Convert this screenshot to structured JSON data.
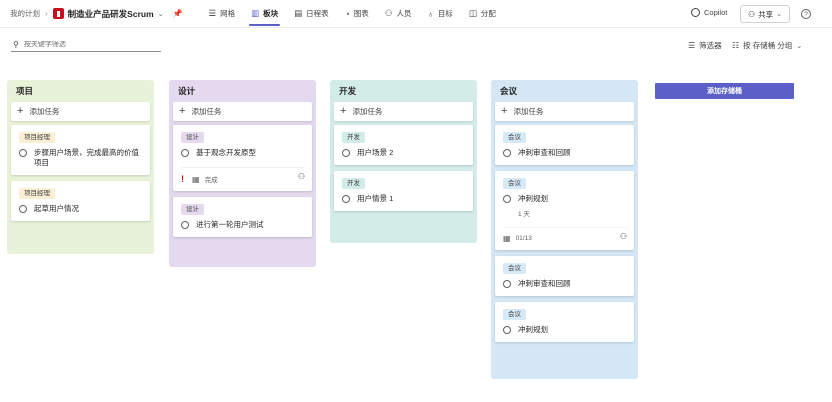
{
  "header": {
    "breadcrumb": "我的计划",
    "plan_title": "制造业产品研发Scrum",
    "tabs": [
      {
        "label": "网格",
        "icon": "grid-icon",
        "glyph": "☰"
      },
      {
        "label": "板块",
        "icon": "board-icon",
        "glyph": "▥"
      },
      {
        "label": "日程表",
        "icon": "timeline-icon",
        "glyph": "▤"
      },
      {
        "label": "图表",
        "icon": "charts-icon",
        "glyph": "◔"
      },
      {
        "label": "人员",
        "icon": "people-icon",
        "glyph": "⚇"
      },
      {
        "label": "目标",
        "icon": "goals-icon",
        "glyph": "♁"
      },
      {
        "label": "分配",
        "icon": "assignments-icon",
        "glyph": "◫"
      }
    ],
    "active_tab": "板块",
    "copilot_label": "Copilot",
    "share_label": "共享",
    "help_glyph": "?"
  },
  "toolbar": {
    "search_placeholder": "按关键字筛选",
    "filter_label": "筛选器",
    "group_label": "按 存储桶 分组"
  },
  "colors": {
    "accent": "#5b5fc7",
    "bucket_项目": "#e8f2d9",
    "bucket_设计": "#e4d9ee",
    "bucket_开发": "#d4ece8",
    "bucket_会议": "#d5e7f5",
    "label_项目经理": "#fbeed2",
    "label_设计": "#e6d9ef",
    "label_开发": "#d2ecea",
    "label_会议": "#d6e9f7",
    "priority_urgent": "#c50f1f"
  },
  "board": {
    "add_task_label": "添加任务",
    "add_bucket_label": "添加存储桶",
    "buckets": [
      {
        "name": "项目",
        "cards": [
          {
            "label": "项目经理",
            "title": "步骤用户场景，完成最高的价值项目"
          },
          {
            "label": "项目经理",
            "title": "起草用户情况"
          }
        ]
      },
      {
        "name": "设计",
        "cards": [
          {
            "label": "设计",
            "title": "基于观念开发原型",
            "priority_icon": "urgent-priority-icon",
            "status": "完成",
            "has_assign": true
          },
          {
            "label": "设计",
            "title": "进行第一轮用户测试"
          }
        ]
      },
      {
        "name": "开发",
        "cards": [
          {
            "label": "开发",
            "title": "用户场景 2"
          },
          {
            "label": "开发",
            "title": "用户情景 1"
          }
        ]
      },
      {
        "name": "会议",
        "cards": [
          {
            "label": "会议",
            "title": "冲刺审查和回顾"
          },
          {
            "label": "会议",
            "title": "冲刺规划",
            "sub": "1 天",
            "date": "01/13",
            "has_assign": true
          },
          {
            "label": "会议",
            "title": "冲刺审查和回顾"
          },
          {
            "label": "会议",
            "title": "冲刺规划"
          }
        ]
      }
    ]
  }
}
